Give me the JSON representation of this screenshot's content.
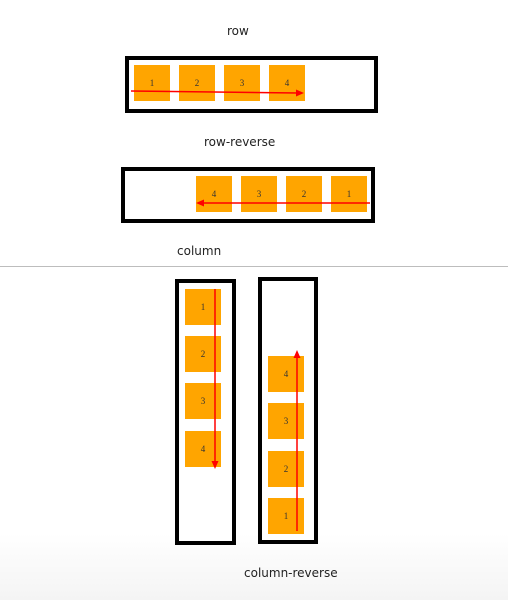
{
  "labels": {
    "row": "row",
    "row_reverse": "row-reverse",
    "column": "column",
    "column_reverse": "column-reverse"
  },
  "items": {
    "row": [
      "1",
      "2",
      "3",
      "4"
    ],
    "row_reverse": [
      "4",
      "3",
      "2",
      "1"
    ],
    "column": [
      "1",
      "2",
      "3",
      "4"
    ],
    "column_reverse": [
      "4",
      "3",
      "2",
      "1"
    ]
  },
  "colors": {
    "item": "#ffa500",
    "arrow": "#ff0000",
    "frame": "#000000"
  }
}
